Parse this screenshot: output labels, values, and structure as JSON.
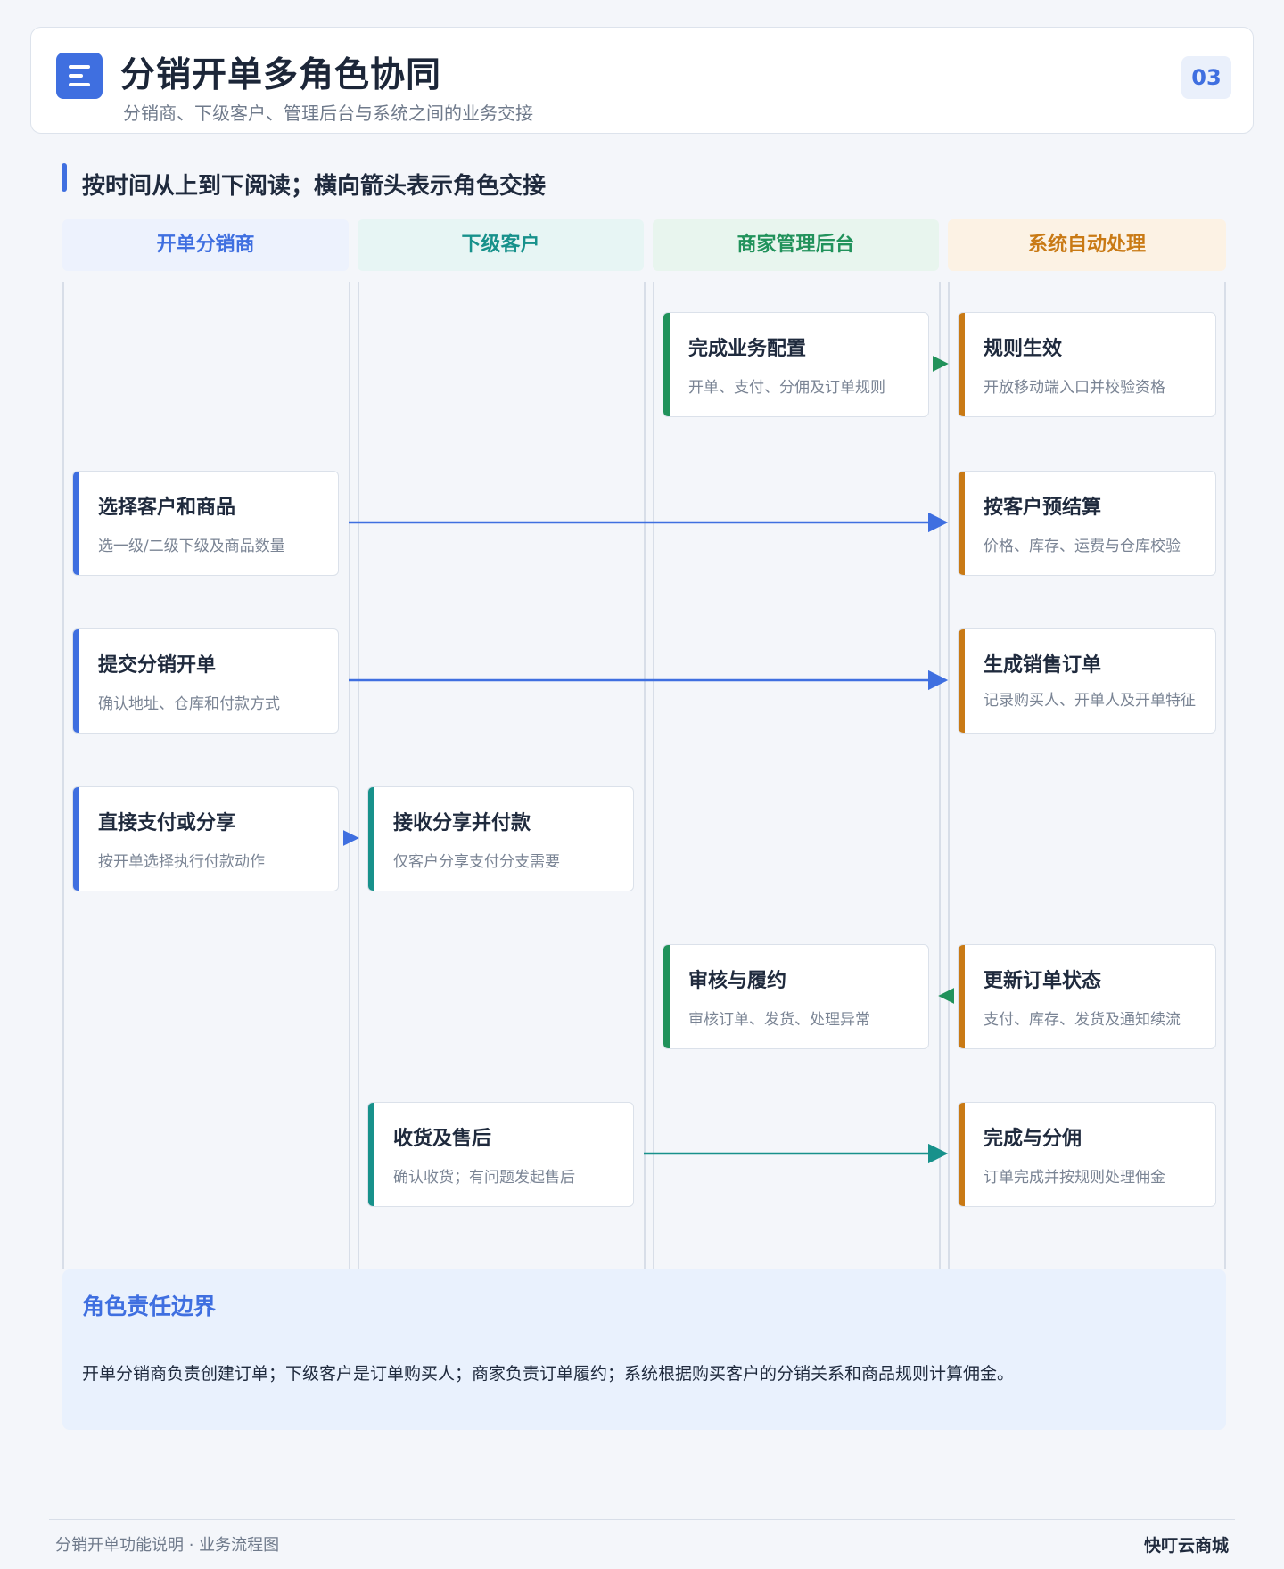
{
  "header": {
    "title": "分销开单多角色协同",
    "subtitle": "分销商、下级客户、管理后台与系统之间的业务交接",
    "page_number": "03",
    "icon": "document-list-icon"
  },
  "section": {
    "heading": "按时间从上到下阅读；横向箭头表示角色交接"
  },
  "lanes": [
    {
      "label": "开单分销商",
      "color": "#3f6fe0"
    },
    {
      "label": "下级客户",
      "color": "#17918b"
    },
    {
      "label": "商家管理后台",
      "color": "#21925b"
    },
    {
      "label": "系统自动处理",
      "color": "#c97a15"
    }
  ],
  "steps": [
    {
      "title": "完成业务配置",
      "desc": "开单、支付、分佣及订单规则"
    },
    {
      "title": "规则生效",
      "desc": "开放移动端入口并校验资格"
    },
    {
      "title": "选择客户和商品",
      "desc": "选一级/二级下级及商品数量"
    },
    {
      "title": "按客户预结算",
      "desc": "价格、库存、运费与仓库校验"
    },
    {
      "title": "提交分销开单",
      "desc": "确认地址、仓库和付款方式"
    },
    {
      "title": "生成销售订单",
      "desc": "记录购买人、开单人及开单特征"
    },
    {
      "title": "直接支付或分享",
      "desc": "按开单选择执行付款动作"
    },
    {
      "title": "接收分享并付款",
      "desc": "仅客户分享支付分支需要"
    },
    {
      "title": "审核与履约",
      "desc": "审核订单、发货、处理异常"
    },
    {
      "title": "更新订单状态",
      "desc": "支付、库存、发货及通知续流"
    },
    {
      "title": "收货及售后",
      "desc": "确认收货；有问题发起售后"
    },
    {
      "title": "完成与分佣",
      "desc": "订单完成并按规则处理佣金"
    }
  ],
  "responsibility": {
    "title": "角色责任边界",
    "body": "开单分销商负责创建订单；下级客户是订单购买人；商家负责订单履约；系统根据购买客户的分销关系和商品规则计算佣金。"
  },
  "footer": {
    "left": "分销开单功能说明 · 业务流程图",
    "right": "快叮云商城"
  }
}
